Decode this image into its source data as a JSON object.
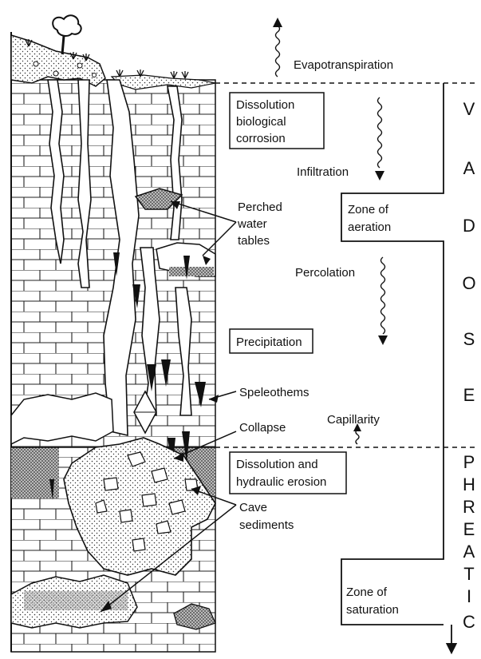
{
  "labels": {
    "evapotranspiration": "Evapotranspiration",
    "dissolution_box": [
      "Dissolution",
      "biological",
      "corrosion"
    ],
    "infiltration": "Infiltration",
    "perched": [
      "Perched",
      "water",
      "tables"
    ],
    "zone_aeration": [
      "Zone of",
      "aeration"
    ],
    "percolation": "Percolation",
    "precipitation": "Precipitation",
    "speleothems": "Speleothems",
    "collapse": "Collapse",
    "capillarity": "Capillarity",
    "dissolution_hydraulic": [
      "Dissolution and",
      "hydraulic erosion"
    ],
    "cave_sediments": [
      "Cave",
      "sediments"
    ],
    "zone_saturation": [
      "Zone of",
      "saturation"
    ]
  },
  "zones": {
    "vadose": [
      "V",
      "A",
      "D",
      "O",
      "S",
      "E"
    ],
    "phreatic": [
      "P",
      "H",
      "R",
      "E",
      "A",
      "T",
      "I",
      "C"
    ]
  }
}
